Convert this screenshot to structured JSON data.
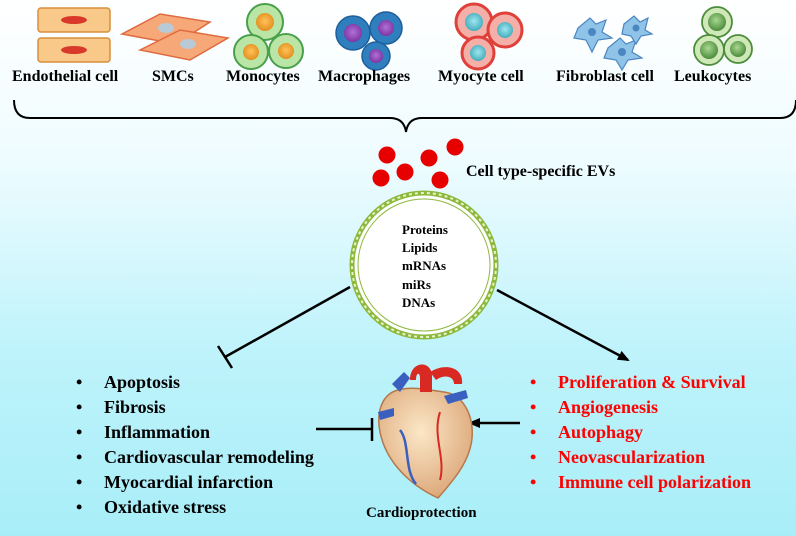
{
  "cells": [
    {
      "label": "Endothelial cell"
    },
    {
      "label": "SMCs"
    },
    {
      "label": "Monocytes"
    },
    {
      "label": "Macrophages"
    },
    {
      "label": "Myocyte cell"
    },
    {
      "label": "Fibroblast cell"
    },
    {
      "label": "Leukocytes"
    }
  ],
  "ev_label": "Cell type-specific EVs",
  "cargo": [
    "Proteins",
    "Lipids",
    "mRNAs",
    "miRs",
    "DNAs"
  ],
  "inhibited": [
    "Apoptosis",
    "Fibrosis",
    "Inflammation",
    "Cardiovascular remodeling",
    "Myocardial infarction",
    "Oxidative stress"
  ],
  "promoted": [
    "Proliferation & Survival",
    "Angiogenesis",
    "Autophagy",
    "Neovascularization",
    "Immune cell polarization"
  ],
  "center_label": "Cardioprotection",
  "bullet": "•",
  "colors": {
    "promoted_text": "#ff0000",
    "ev_dot": "#e60000",
    "vesicle_ring": "#8cb83c",
    "arrow": "#000000"
  }
}
